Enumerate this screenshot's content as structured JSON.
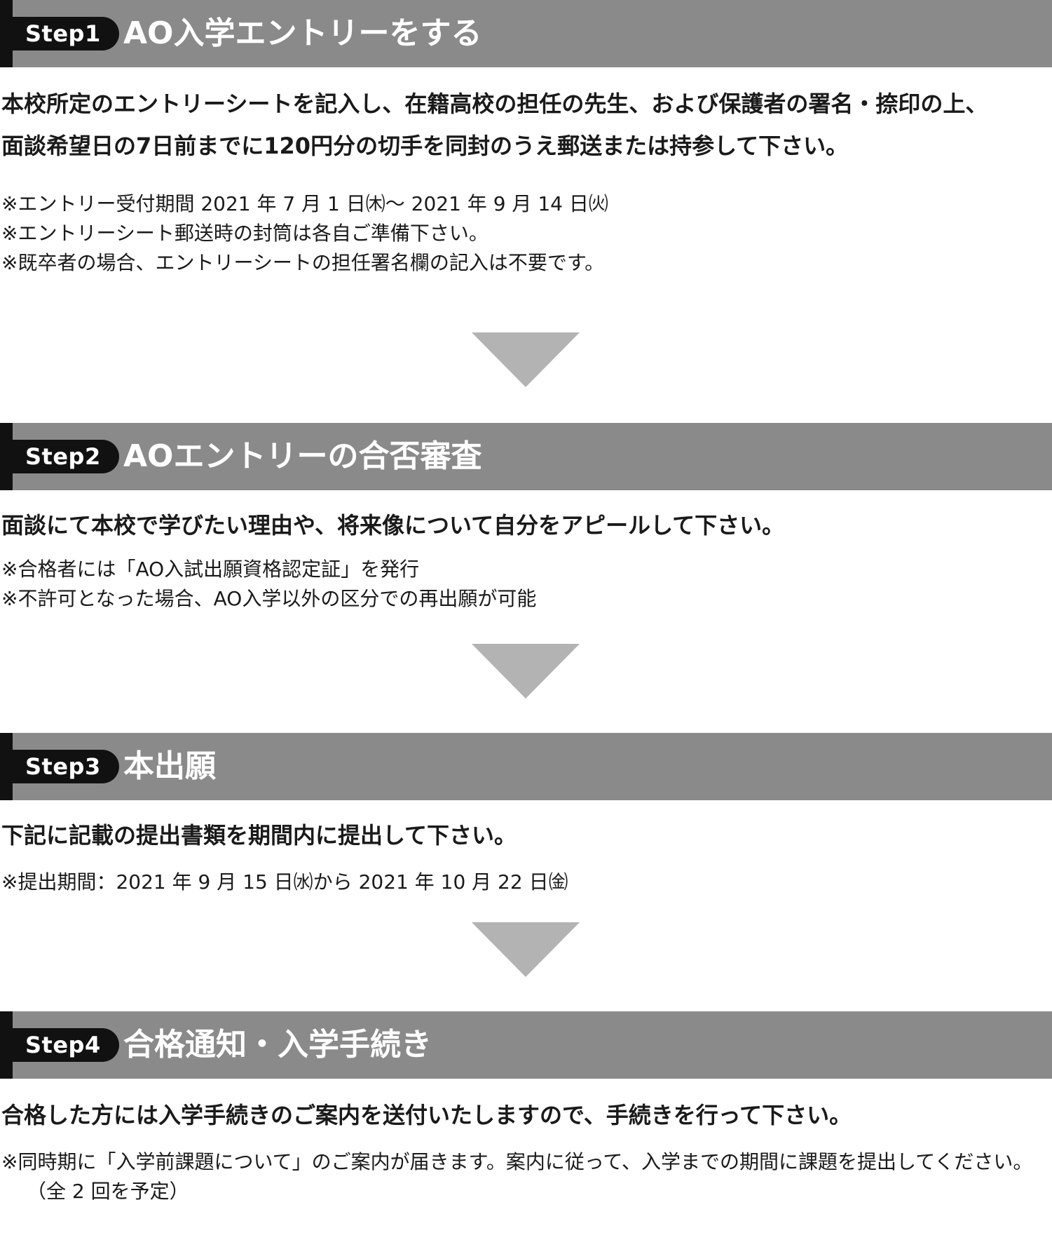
{
  "steps": [
    {
      "badge": "Step1",
      "title": "AO入学エントリーをする",
      "lead": [
        "本校所定のエントリーシートを記入し、在籍高校の担任の先生、および保護者の署名・捺印の上、",
        "面談希望日の7日前までに120円分の切手を同封のうえ郵送または持参して下さい。"
      ],
      "notes": [
        "※エントリー受付期間 2021 年 7 月 1 日㈭～ 2021 年 9 月 14 日㈫",
        "※エントリーシート郵送時の封筒は各自ご準備下さい。",
        "※既卒者の場合、エントリーシートの担任署名欄の記入は不要です。"
      ]
    },
    {
      "badge": "Step2",
      "title": "AOエントリーの合否審査",
      "lead": [
        "面談にて本校で学びたい理由や、将来像について自分をアピールして下さい。"
      ],
      "notes": [
        "※合格者には「AO入試出願資格認定証」を発行",
        "※不許可となった場合、AO入学以外の区分での再出願が可能"
      ]
    },
    {
      "badge": "Step3",
      "title": "本出願",
      "lead": [
        "下記に記載の提出書類を期間内に提出して下さい。"
      ],
      "notes": [
        "※提出期間：2021 年 9 月 15 日㈬から 2021 年 10 月 22 日㈮"
      ]
    },
    {
      "badge": "Step4",
      "title": "合格通知・入学手続き",
      "lead": [
        "合格した方には入学手続きのご案内を送付いたしますので、手続きを行って下さい。"
      ],
      "notes": [
        "※同時期に「入学前課題について」のご案内が届きます。案内に従って、入学までの期間に課題を提出してください。（全 2 回を予定）"
      ]
    }
  ],
  "colors": {
    "header_bar": "#8a8a8a",
    "badge": "#111111",
    "arrow": "#b3b3b3",
    "text": "#1a1a1a"
  }
}
